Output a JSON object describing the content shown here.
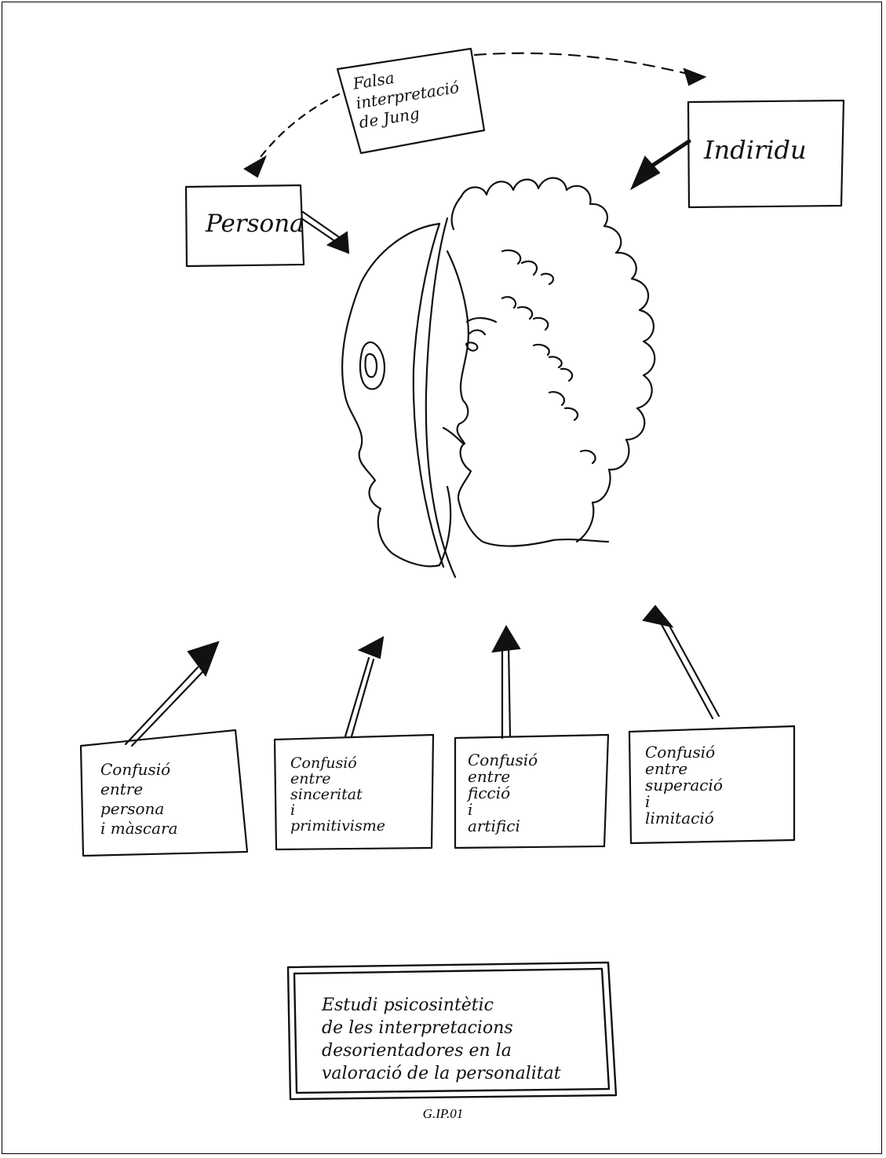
{
  "diagram": {
    "top_note": "Falsa\ninterpretació\nde Jung",
    "persona_label": "Persona",
    "individu_label": "Indiridu",
    "confusions": [
      "Confusió\nentre\npersona\ni màscara",
      "Confusió\nentre\nsinceritat\ni\nprimitivisme",
      "Confusió\nentre\nficció\ni\nartifici",
      "Confusió\nentre\nsuperació\ni\nlimitació"
    ],
    "study_title": "Estudi psicosintètic\nde les interpretacions\ndesorientadores en la\nvaloració de la personalitat",
    "code": "G.IP.01",
    "line_color": "#111111"
  }
}
